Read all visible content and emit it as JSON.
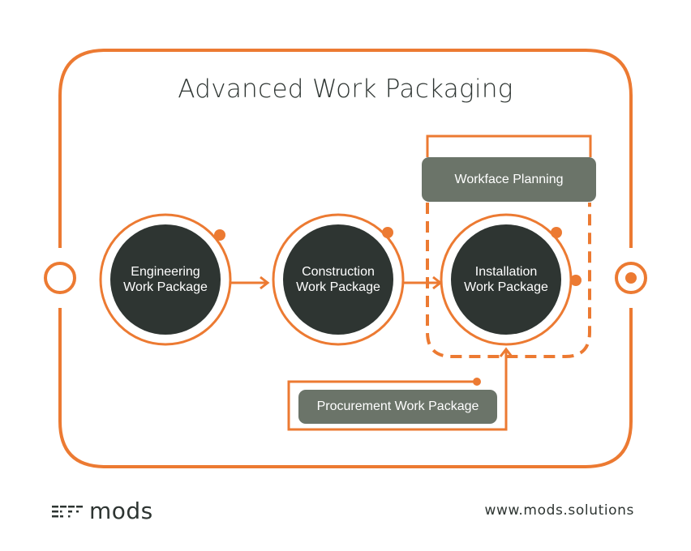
{
  "title": "Advanced Work Packaging",
  "colors": {
    "accent": "#ec7a32",
    "circle_fill": "#2e3532",
    "box_fill": "#6b7469",
    "text_dark": "#2e3532"
  },
  "nodes": {
    "engineering": "Engineering\nWork Package",
    "construction": "Construction\nWork Package",
    "installation": "Installation\nWork Package"
  },
  "boxes": {
    "workface": "Workface Planning",
    "procurement": "Procurement Work Package"
  },
  "footer": {
    "logo": "mods",
    "url": "www.mods.solutions"
  }
}
